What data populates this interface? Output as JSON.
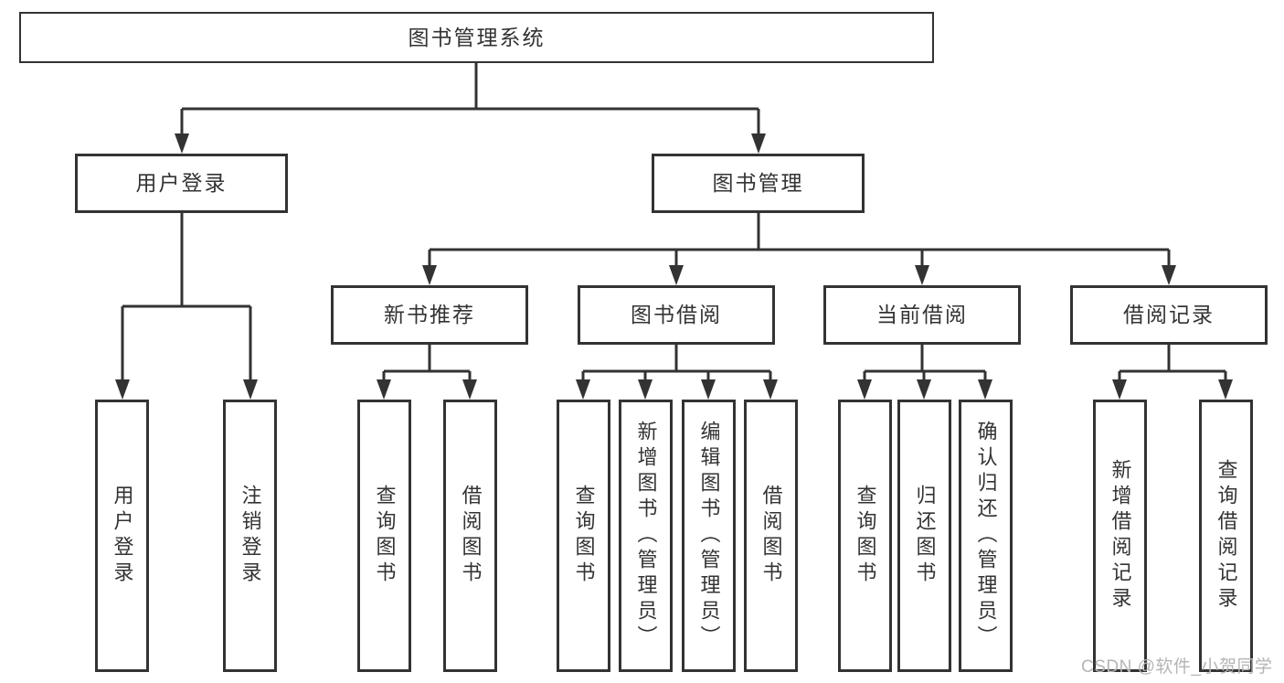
{
  "diagram": {
    "root": {
      "label": "图书管理系统",
      "children": [
        {
          "label": "用户登录",
          "children": [
            {
              "label": "用户登录"
            },
            {
              "label": "注销登录"
            }
          ]
        },
        {
          "label": "图书管理",
          "children": [
            {
              "label": "新书推荐",
              "children": [
                {
                  "label": "查询图书"
                },
                {
                  "label": "借阅图书"
                }
              ]
            },
            {
              "label": "图书借阅",
              "children": [
                {
                  "label": "查询图书"
                },
                {
                  "label": "新增图书（管理员）"
                },
                {
                  "label": "编辑图书（管理员）"
                },
                {
                  "label": "借阅图书"
                }
              ]
            },
            {
              "label": "当前借阅",
              "children": [
                {
                  "label": "查询图书"
                },
                {
                  "label": "归还图书"
                },
                {
                  "label": "确认归还（管理员）"
                }
              ]
            },
            {
              "label": "借阅记录",
              "children": [
                {
                  "label": "新增借阅记录"
                },
                {
                  "label": "查询借阅记录"
                }
              ]
            }
          ]
        }
      ]
    },
    "watermark": "CSDN @软件_小贺同学",
    "colors": {
      "line": "#333333",
      "text": "#333333",
      "watermark": "#b5b5b5",
      "background": "#ffffff"
    }
  }
}
